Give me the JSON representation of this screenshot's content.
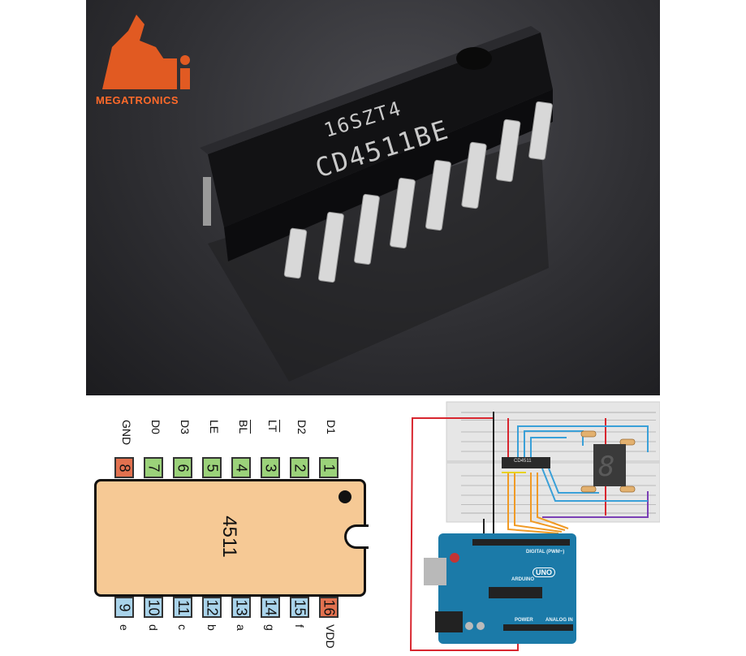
{
  "photo": {
    "logo_name": "MEGATRONICS",
    "logo_initials": "Mi",
    "chip_line1": "16SZT4",
    "chip_line2": "CD4511BE"
  },
  "pinout": {
    "ic_label": "4511",
    "top_pins": [
      {
        "num": "8",
        "name": "GND",
        "color": "red"
      },
      {
        "num": "7",
        "name": "D0",
        "color": "green"
      },
      {
        "num": "6",
        "name": "D3",
        "color": "green"
      },
      {
        "num": "5",
        "name": "LE",
        "color": "green"
      },
      {
        "num": "4",
        "name": "BL",
        "color": "green"
      },
      {
        "num": "3",
        "name": "LT",
        "color": "green"
      },
      {
        "num": "2",
        "name": "D2",
        "color": "green"
      },
      {
        "num": "1",
        "name": "D1",
        "color": "green"
      }
    ],
    "bottom_pins": [
      {
        "num": "9",
        "name": "e",
        "color": "blue"
      },
      {
        "num": "10",
        "name": "d",
        "color": "blue"
      },
      {
        "num": "11",
        "name": "c",
        "color": "blue"
      },
      {
        "num": "12",
        "name": "b",
        "color": "blue"
      },
      {
        "num": "13",
        "name": "a",
        "color": "blue"
      },
      {
        "num": "14",
        "name": "g",
        "color": "blue"
      },
      {
        "num": "15",
        "name": "f",
        "color": "blue"
      },
      {
        "num": "16",
        "name": "VDD",
        "color": "red"
      }
    ],
    "colors": {
      "input": "#9bd27a",
      "output": "#a9d3ea",
      "power": "#e2714f",
      "body": "#f6c995"
    }
  },
  "circuit": {
    "chip_label": "CD4511",
    "board_brand": "ARDUINO",
    "board_model": "UNO",
    "digital_label": "DIGITAL (PWM~)",
    "power_label": "POWER",
    "analog_label": "ANALOG IN",
    "display_digit": "8"
  }
}
